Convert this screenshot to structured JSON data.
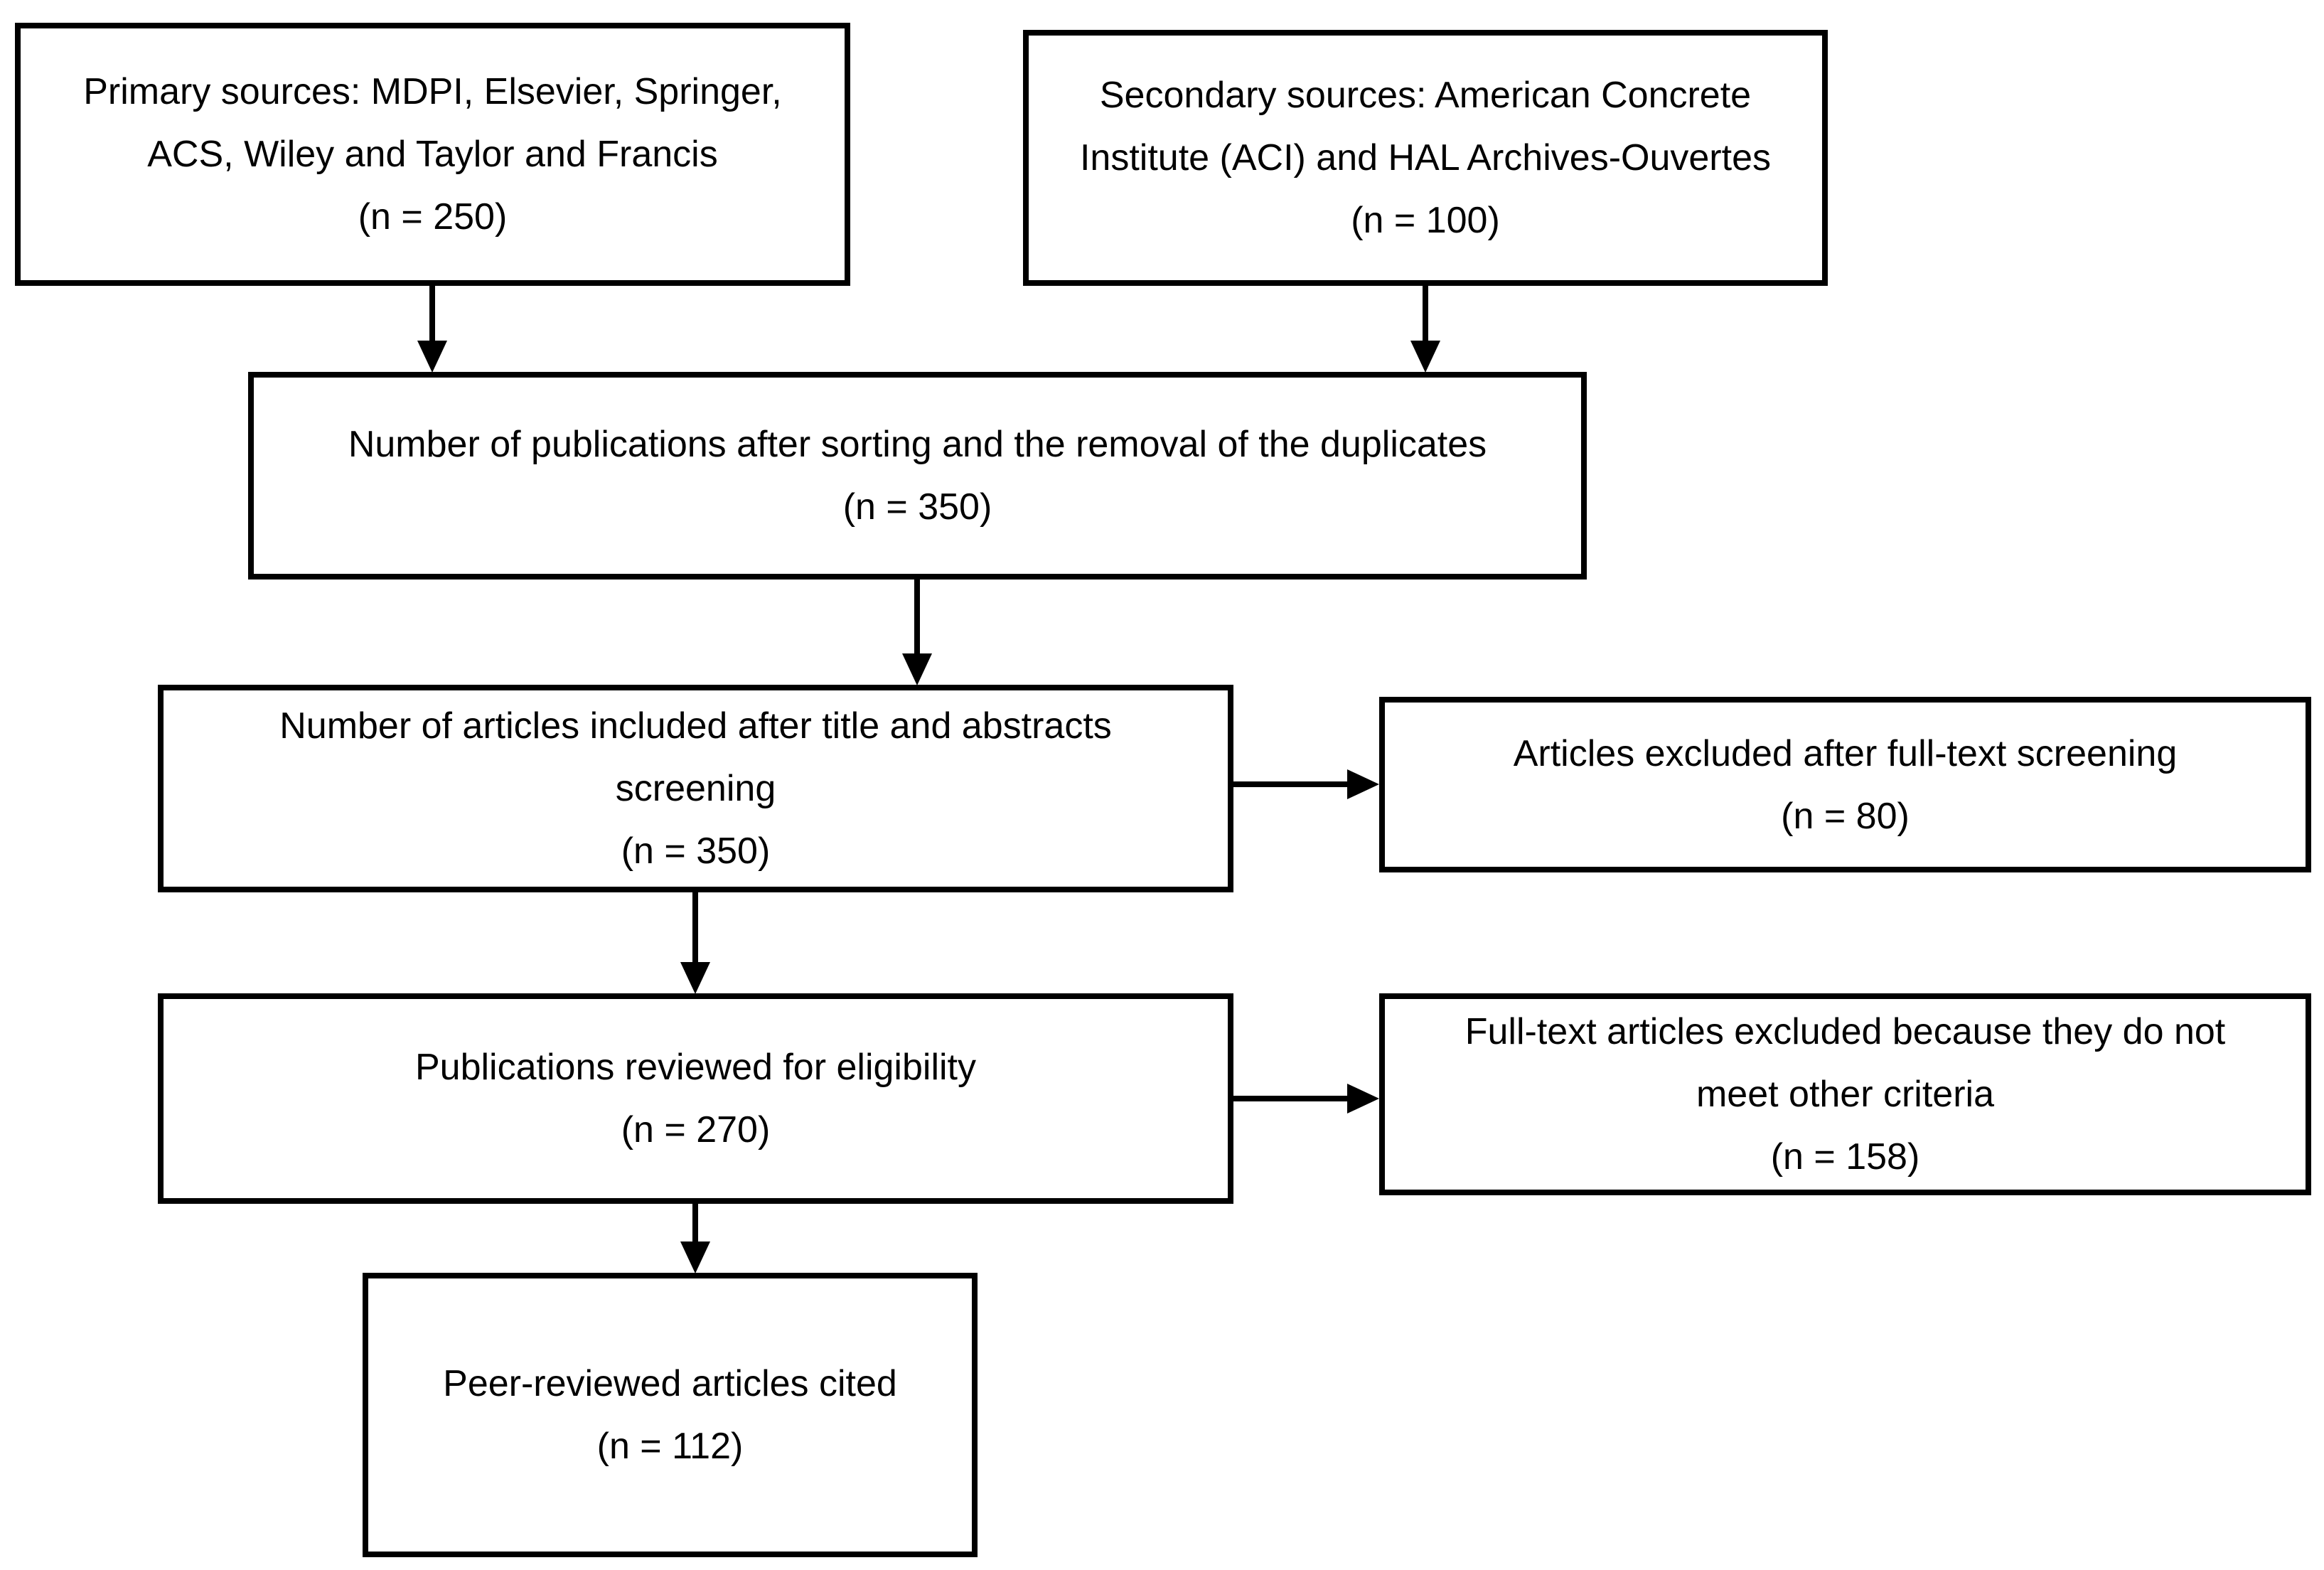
{
  "diagram": {
    "type": "flowchart",
    "background_color": "#ffffff",
    "line_color": "#000000",
    "text_color": "#000000",
    "nodes": [
      {
        "id": "primary-sources",
        "text": "Primary sources: MDPI, Elsevier, Springer,\nACS, Wiley and Taylor and Francis\n(n = 250)",
        "n": 250
      },
      {
        "id": "secondary-sources",
        "text": "Secondary sources: American Concrete\nInstitute (ACI) and HAL Archives-Ouvertes\n(n = 100)",
        "n": 100
      },
      {
        "id": "after-sorting-deduplication",
        "text": "Number of publications after sorting and the removal of the duplicates\n(n = 350)",
        "n": 350
      },
      {
        "id": "title-abstract-screening",
        "text": "Number of articles included after title and abstracts\nscreening\n(n = 350)",
        "n": 350
      },
      {
        "id": "excluded-after-fulltext",
        "text": "Articles excluded after full-text screening\n(n = 80)",
        "n": 80
      },
      {
        "id": "reviewed-for-eligibility",
        "text": "Publications reviewed for eligibility\n(n = 270)",
        "n": 270
      },
      {
        "id": "excluded-other-criteria",
        "text": "Full-text articles excluded because they do not\nmeet other criteria\n(n = 158)",
        "n": 158
      },
      {
        "id": "peer-reviewed-cited",
        "text": "Peer-reviewed articles cited\n(n = 112)",
        "n": 112
      }
    ],
    "edges": [
      {
        "from": "primary-sources",
        "to": "after-sorting-deduplication"
      },
      {
        "from": "secondary-sources",
        "to": "after-sorting-deduplication"
      },
      {
        "from": "after-sorting-deduplication",
        "to": "title-abstract-screening"
      },
      {
        "from": "title-abstract-screening",
        "to": "excluded-after-fulltext"
      },
      {
        "from": "title-abstract-screening",
        "to": "reviewed-for-eligibility"
      },
      {
        "from": "reviewed-for-eligibility",
        "to": "excluded-other-criteria"
      },
      {
        "from": "reviewed-for-eligibility",
        "to": "peer-reviewed-cited"
      }
    ]
  }
}
